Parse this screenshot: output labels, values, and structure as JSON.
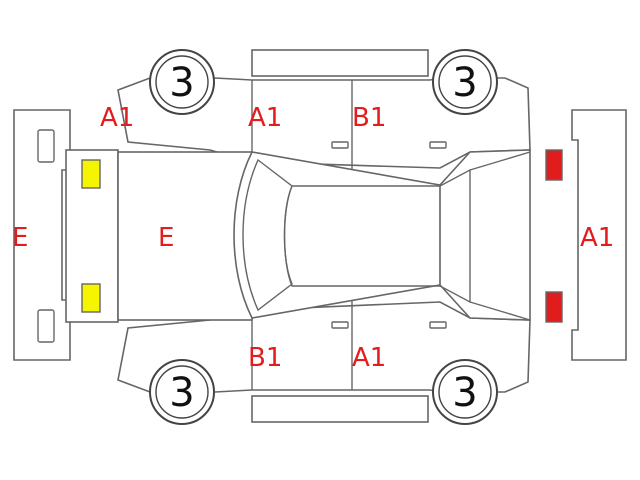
{
  "colors": {
    "damage_text": "#e11d1d",
    "front_lamp_fill": "#f5f500",
    "rear_lamp_fill": "#e01c1c",
    "outline": "#666666"
  },
  "tires": {
    "front_upper": "3",
    "rear_upper": "3",
    "front_lower": "3",
    "rear_lower": "3"
  },
  "labels": {
    "front_bumper": "E",
    "bonnet": "E",
    "front_fender_upper": "A1",
    "front_door_upper": "A1",
    "rear_door_upper": "B1",
    "rear_bumper": "A1",
    "front_door_lower": "B1",
    "rear_door_lower": "A1"
  },
  "icons": {
    "front_lamps": "headlight-marker-yellow",
    "rear_lamps": "taillight-marker-red"
  }
}
